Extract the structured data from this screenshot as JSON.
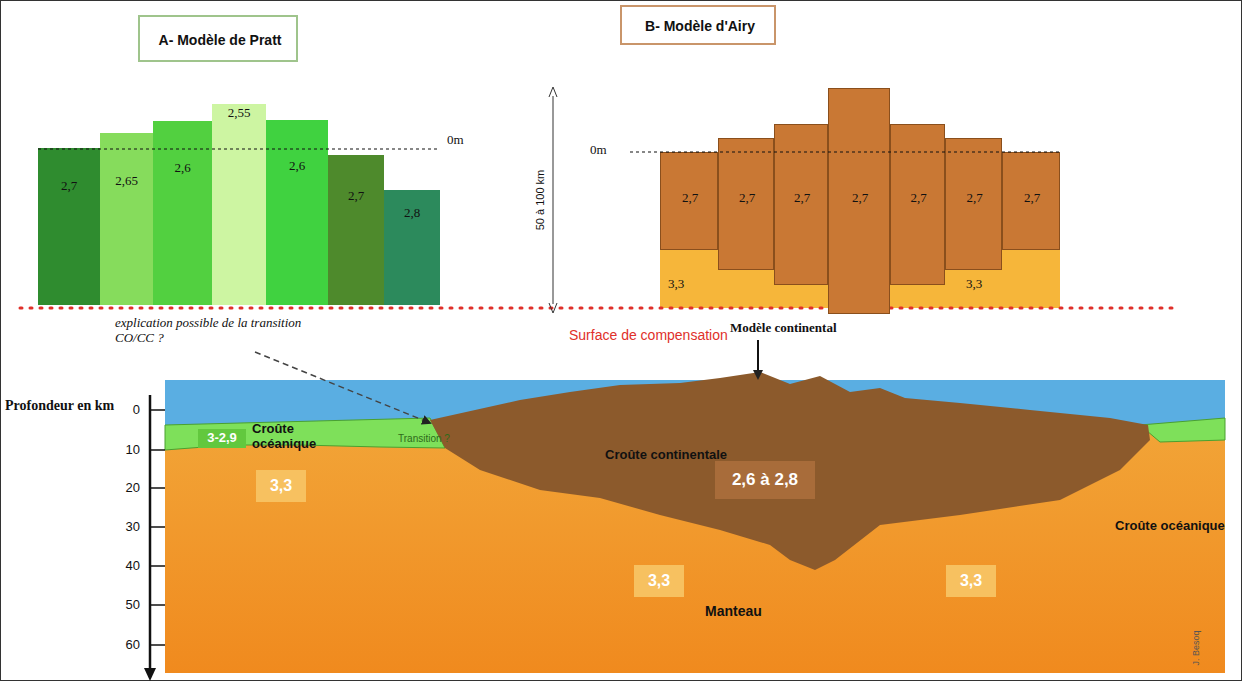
{
  "diagram": {
    "nodes": [
      {
        "text": [
          "A- Modèle de Pratt"
        ]
      },
      {
        "text": [
          "B- Modèle d'Airy"
        ]
      },
      {
        "text": [
          "2,7"
        ]
      },
      {
        "text": [
          "2,65"
        ]
      },
      {
        "text": [
          "2,6"
        ]
      },
      {
        "text": [
          "2,55"
        ]
      },
      {
        "text": [
          "2,6"
        ]
      },
      {
        "text": [
          "2,7"
        ]
      },
      {
        "text": [
          "2,8"
        ]
      },
      {
        "text": [
          "2,7"
        ]
      },
      {
        "text": [
          "2,7"
        ]
      },
      {
        "text": [
          "2,7"
        ]
      },
      {
        "text": [
          "2,7"
        ]
      },
      {
        "text": [
          "2,7"
        ]
      },
      {
        "text": [
          "2,7"
        ]
      },
      {
        "text": [
          "2,7"
        ]
      },
      {
        "text": [
          "3-2,9"
        ]
      },
      {
        "text": [
          "2,6 à 2,8"
        ]
      },
      {
        "text": [
          "3,3"
        ]
      },
      {
        "text": [
          "3,3"
        ]
      },
      {
        "text": [
          "3,3"
        ]
      }
    ],
    "labels": [
      "0m",
      "explication possible de la transition CO/CC ?",
      "0m",
      "50 à 100 km",
      "3,3",
      "3,3",
      "Surface de compensation",
      "Modèle continental",
      "Profondeur en km",
      "0",
      "10",
      "20",
      "30",
      "40",
      "50",
      "60",
      "Croûte océanique",
      "Transition ?",
      "Croûte continentale",
      "Manteau",
      "Croûte océanique",
      "J. Besoq"
    ]
  }
}
